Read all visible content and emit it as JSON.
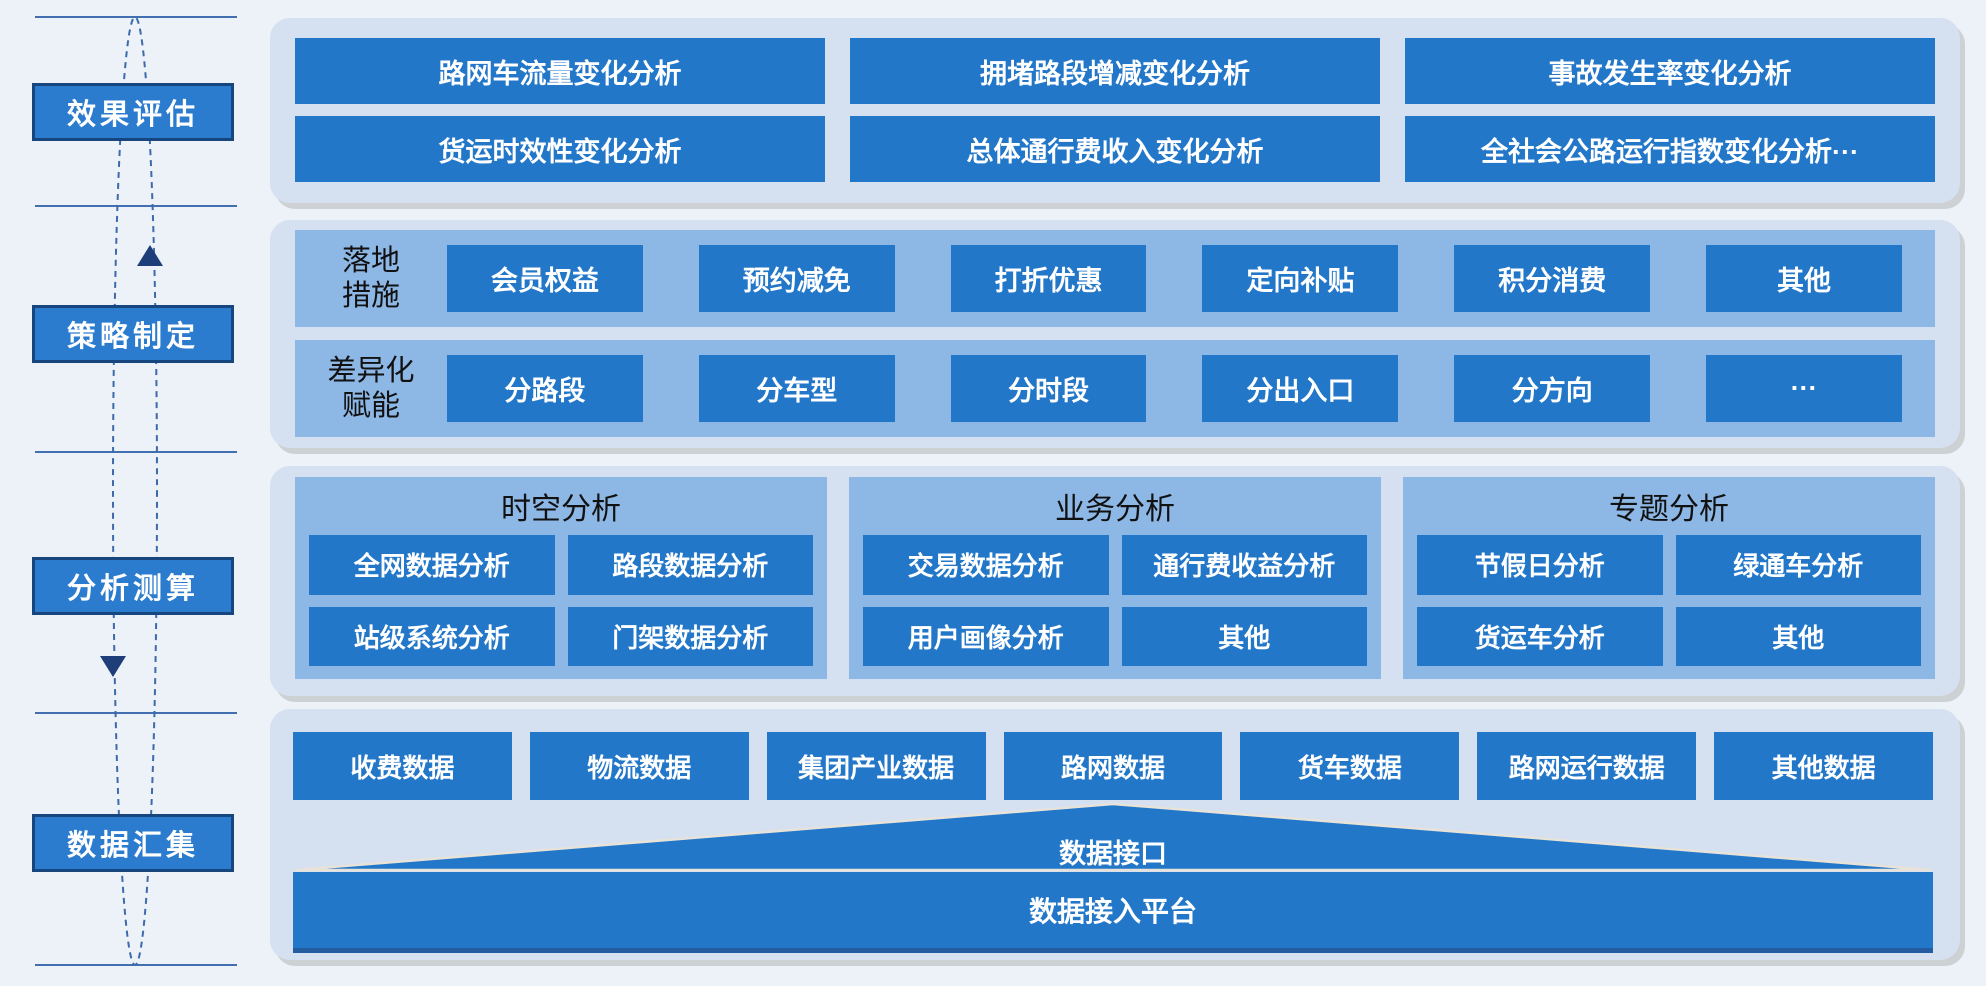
{
  "colors": {
    "page_bg": "#edf1f8",
    "panel_bg": "#d5e0f0",
    "group_bg": "#8db7e5",
    "box_blue": "#2377c9",
    "stage_border_navy": "#17457e",
    "line_navy": "#2a5ca6",
    "arrow_navy": "#1d3e78"
  },
  "sidebar": {
    "stages": [
      {
        "label": "效果评估"
      },
      {
        "label": "策略制定"
      },
      {
        "label": "分析测算"
      },
      {
        "label": "数据汇集"
      }
    ]
  },
  "evaluation": {
    "rows": [
      {
        "cells": [
          "路网车流量变化分析",
          "拥堵路段增减变化分析",
          "事故发生率变化分析"
        ]
      },
      {
        "cells": [
          "货运时效性变化分析",
          "总体通行费收入变化分析",
          "全社会公路运行指数变化分析···"
        ]
      }
    ]
  },
  "strategy": {
    "rows": [
      {
        "label_lines": [
          "落地",
          "措施"
        ],
        "items": [
          "会员权益",
          "预约减免",
          "打折优惠",
          "定向补贴",
          "积分消费",
          "其他"
        ]
      },
      {
        "label_lines": [
          "差异化",
          "赋能"
        ],
        "items": [
          "分路段",
          "分车型",
          "分时段",
          "分出入口",
          "分方向",
          "···"
        ]
      }
    ]
  },
  "analysis": {
    "groups": [
      {
        "title": "时空分析",
        "items": [
          "全网数据分析",
          "路段数据分析",
          "站级系统分析",
          "门架数据分析"
        ]
      },
      {
        "title": "业务分析",
        "items": [
          "交易数据分析",
          "通行费收益分析",
          "用户画像分析",
          "其他"
        ]
      },
      {
        "title": "专题分析",
        "items": [
          "节假日分析",
          "绿通车分析",
          "货运车分析",
          "其他"
        ]
      }
    ]
  },
  "data_collection": {
    "sources": [
      "收费数据",
      "物流数据",
      "集团产业数据",
      "路网数据",
      "货车数据",
      "路网运行数据",
      "其他数据"
    ],
    "interface_label": "数据接口",
    "platform_label": "数据接入平台"
  }
}
